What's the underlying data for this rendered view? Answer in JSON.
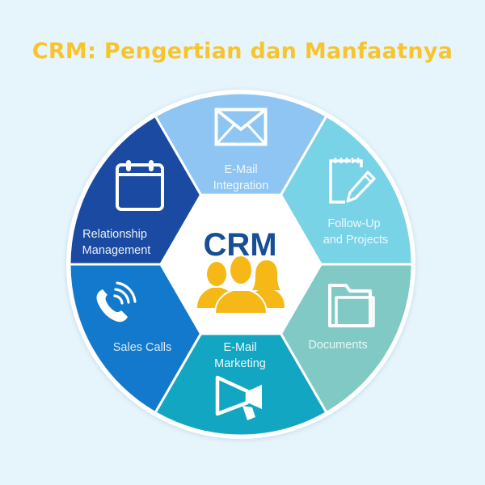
{
  "title": "CRM: Pengertian dan Manfaatnya",
  "colors": {
    "background": "#e6f4fb",
    "title": "#f7c52b",
    "center_text": "#174f94",
    "people_icon": "#f6b817",
    "ring_border": "#ffffff"
  },
  "center": {
    "label": "CRM",
    "icon": "people-group-icon"
  },
  "segments": [
    {
      "id": "email-integration",
      "label_lines": [
        "E-Mail",
        "Integration"
      ],
      "icon": "envelope-icon",
      "color": "#8ec5f2"
    },
    {
      "id": "follow-up-projects",
      "label_lines": [
        "Follow-Up",
        "and Projects"
      ],
      "icon": "notepad-pencil-icon",
      "color": "#79d3e6"
    },
    {
      "id": "documents",
      "label_lines": [
        "Documents"
      ],
      "icon": "folder-icon",
      "color": "#80c9c4"
    },
    {
      "id": "email-marketing",
      "label_lines": [
        "E-Mail",
        "Marketing"
      ],
      "icon": "megaphone-icon",
      "color": "#12a6c3"
    },
    {
      "id": "sales-calls",
      "label_lines": [
        "Sales Calls"
      ],
      "icon": "phone-ringing-icon",
      "color": "#1379cc"
    },
    {
      "id": "relationship-management",
      "label_lines": [
        "Relationship",
        "Management"
      ],
      "icon": "calendar-icon",
      "color": "#1a4aa2"
    }
  ]
}
